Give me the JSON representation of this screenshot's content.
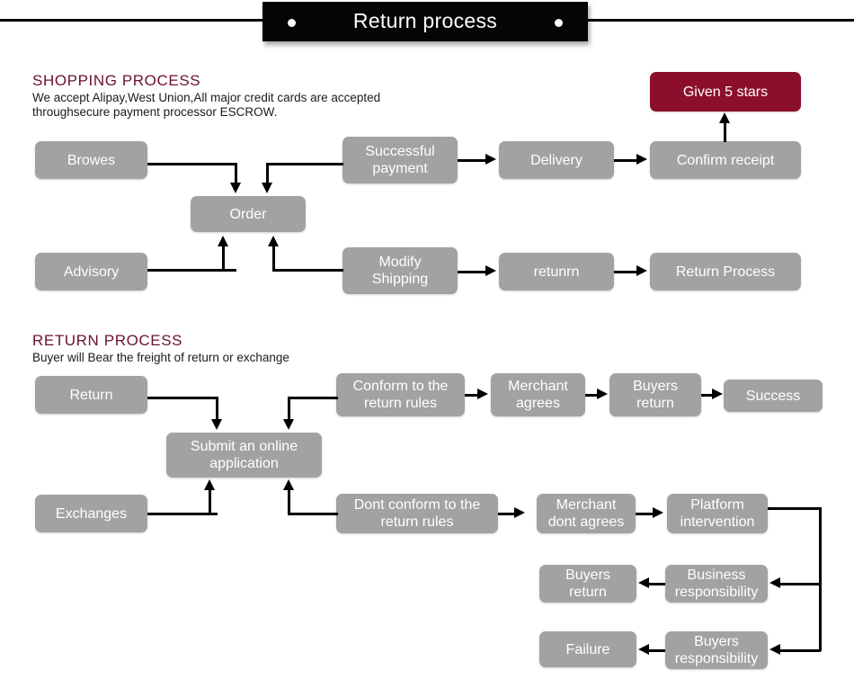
{
  "header": {
    "title": "Return process",
    "dot_left": "bullet-dot",
    "dot_right": "bullet-dot"
  },
  "shopping_section": {
    "heading": "SHOPPING PROCESS",
    "description": "We accept Alipay,West Union,All major credit cards are accepted\nthroughsecure payment processor ESCROW.",
    "nodes": {
      "browes": "Browes",
      "advisory": "Advisory",
      "order": "Order",
      "successful_payment": "Successful\npayment",
      "modify_shipping": "Modify\nShipping",
      "delivery": "Delivery",
      "returnn": "retunrn",
      "confirm_receipt": "Confirm receipt",
      "return_process": "Return Process",
      "given_5_stars": "Given 5 stars"
    }
  },
  "return_section": {
    "heading": "RETURN PROCESS",
    "description": "Buyer will Bear the freight of return or exchange",
    "nodes": {
      "return": "Return",
      "exchanges": "Exchanges",
      "submit_application": "Submit an online\napplication",
      "conform_rules": "Conform to the\nreturn rules",
      "dont_conform_rules": "Dont conform to the\nreturn rules",
      "merchant_agrees": "Merchant\nagrees",
      "merchant_dont_agrees": "Merchant\ndont agrees",
      "buyers_return_top": "Buyers\nreturn",
      "success": "Success",
      "platform_intervention": "Platform\nintervention",
      "business_responsibility": "Business\nresponsibility",
      "buyers_return_bottom": "Buyers\nreturn",
      "buyers_responsibility": "Buyers\nresponsibility",
      "failure": "Failure"
    }
  },
  "colors": {
    "node_gray": "#a2a2a2",
    "node_accent": "#8b0f2b",
    "heading": "#6b1030",
    "banner": "#050505",
    "connector": "#000000"
  }
}
